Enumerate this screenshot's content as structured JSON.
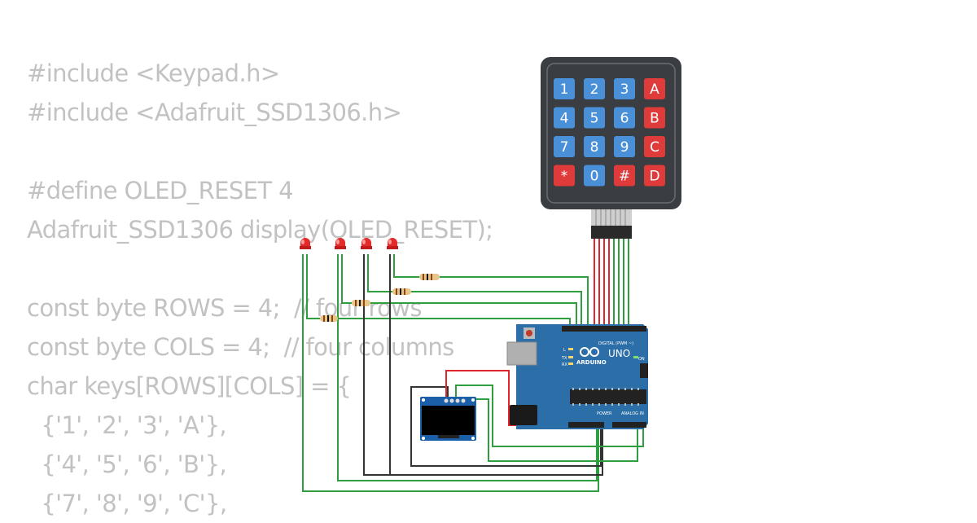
{
  "code_lines": [
    "#include <Keypad.h>",
    "#include <Adafruit_SSD1306.h>",
    "",
    "#define OLED_RESET 4",
    "Adafruit_SSD1306 display(OLED_RESET);",
    "",
    "const byte ROWS = 4;  // four rows",
    "const byte COLS = 4;  // four columns",
    "char keys[ROWS][COLS] = {",
    "  {'1', '2', '3', 'A'},",
    "  {'4', '5', '6', 'B'},",
    "  {'7', '8', '9', 'C'},"
  ],
  "keypad": {
    "keys": [
      [
        "1",
        "2",
        "3",
        "A"
      ],
      [
        "4",
        "5",
        "6",
        "B"
      ],
      [
        "7",
        "8",
        "9",
        "C"
      ],
      [
        "*",
        "0",
        "#",
        "D"
      ]
    ],
    "colors": {
      "digit": "#4a90d9",
      "special": "#e03b3b",
      "body": "#3a3d42"
    }
  },
  "arduino": {
    "brand": "ARDUINO",
    "model": "UNO",
    "digital_label": "DIGITAL (PWM ~)",
    "power_label": "POWER",
    "analog_label": "ANALOG IN",
    "on_label": "ON",
    "tx_label": "TX",
    "rx_label": "RX",
    "l_label": "L",
    "color": "#2c6fa8"
  },
  "leds": {
    "count": 4,
    "color": "red"
  },
  "oled": {
    "color": "#1a5fa8"
  }
}
